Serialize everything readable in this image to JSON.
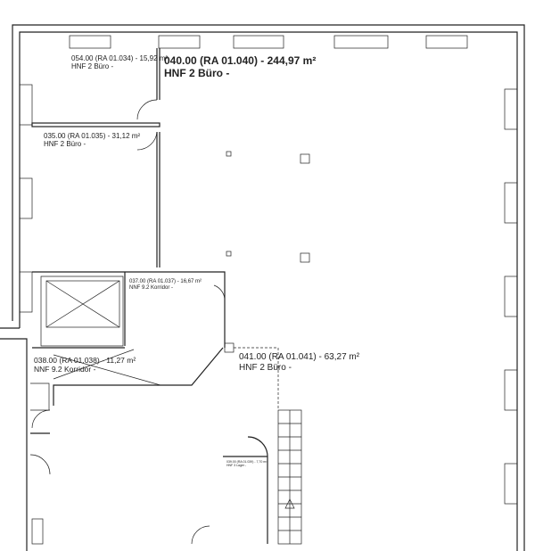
{
  "rooms": [
    {
      "id": "054",
      "title": "054.00 (RA 01.034) - 15,92 m²",
      "use": "HNF 2 Büro -"
    },
    {
      "id": "040",
      "title": "040.00 (RA 01.040) - 244,97 m²",
      "use": "HNF 2 Büro -"
    },
    {
      "id": "035",
      "title": "035.00 (RA 01.035) - 31,12 m²",
      "use": "HNF 2 Büro -"
    },
    {
      "id": "037",
      "title": "037.00 (RA 01.037) - 16,67 m²",
      "use": "NNF 9.2 Korridor -"
    },
    {
      "id": "038",
      "title": "038.00 (RA 01.038) - 11,27 m²",
      "use": "NNF 9.2 Korridor -"
    },
    {
      "id": "041",
      "title": "041.00 (RA 01.041) - 63,27 m²",
      "use": "HNF 2 Büro -"
    },
    {
      "id": "039",
      "title": "039.00 (RA 01.039) - 7,70 m²",
      "use": "HNF 3 Lager -"
    }
  ]
}
